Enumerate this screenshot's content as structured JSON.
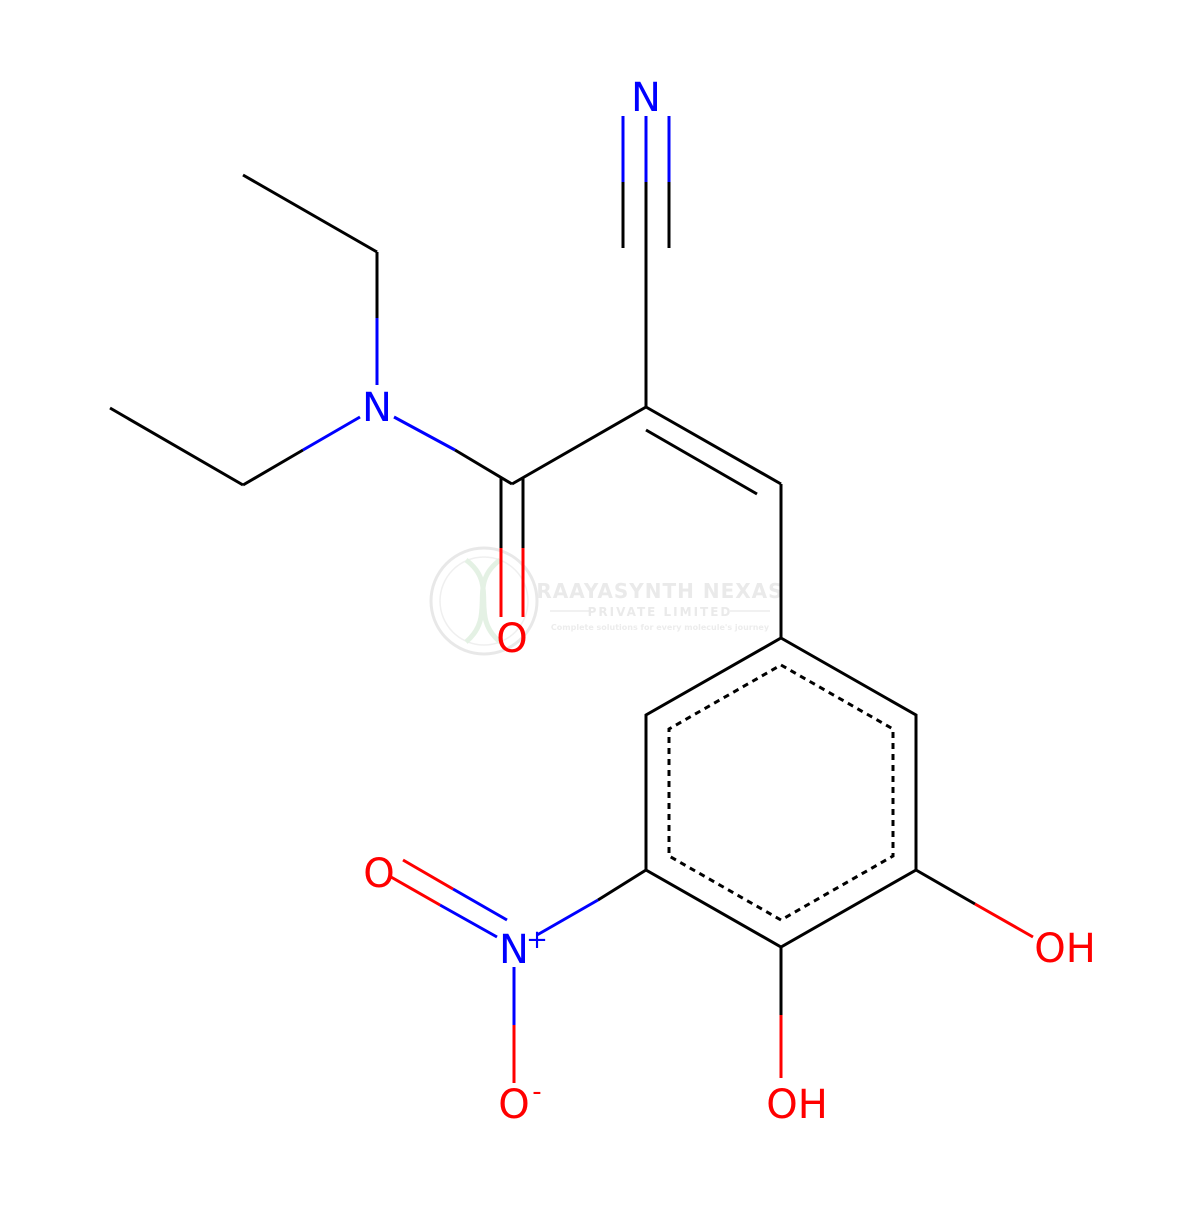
{
  "colors": {
    "carbon": "#000000",
    "nitrogen": "#0000ff",
    "oxygen": "#ff0000",
    "watermark": "#d9d9d9"
  },
  "watermark": {
    "title": "RAAYASYNTH NEXAS",
    "subtitle": "PRIVATE LIMITED",
    "tagline": "Complete solutions for every molecule's journey"
  },
  "molecule": {
    "atoms": {
      "nitrile_N": {
        "text": "N"
      },
      "amide_N": {
        "text": "N"
      },
      "carbonyl_O": {
        "text": "O"
      },
      "nitro_N": {
        "text": "N",
        "charge": "+"
      },
      "nitro_O_double": {
        "text": "O"
      },
      "nitro_O_minus": {
        "text": "O",
        "charge": "-"
      },
      "hydroxyl_3": {
        "text": "OH"
      },
      "hydroxyl_4": {
        "text": "OH"
      }
    }
  }
}
